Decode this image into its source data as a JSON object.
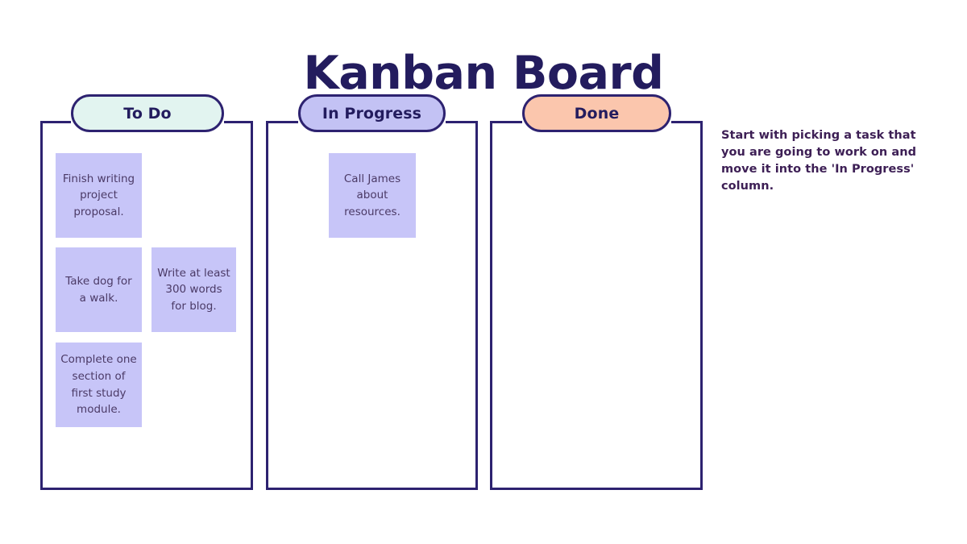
{
  "page": {
    "title": "Kanban Board",
    "background_color": "#ffffff"
  },
  "palette": {
    "title_navy": "#231c5e",
    "border_navy": "#2d2270",
    "pill_todo_fill": "#e2f4f0",
    "pill_inprogress_fill": "#c3c2f4",
    "pill_done_fill": "#fbc6ad",
    "card_fill": "#c7c5f8",
    "card_text": "#4b3a66",
    "note_text": "#3d1f55"
  },
  "board": {
    "columns": [
      {
        "id": "todo",
        "label": "To Do",
        "accent_color": "#e2f4f0",
        "cards": [
          {
            "text": "Finish writing project proposal."
          },
          {
            "text": "Take dog for a walk."
          },
          {
            "text": "Write at least 300 words for blog."
          },
          {
            "text": "Complete one section of first study module."
          }
        ]
      },
      {
        "id": "inprogress",
        "label": "In Progress",
        "accent_color": "#c3c2f4",
        "cards": [
          {
            "text": "Call James about resources."
          }
        ]
      },
      {
        "id": "done",
        "label": "Done",
        "accent_color": "#fbc6ad",
        "cards": []
      }
    ]
  },
  "note": {
    "text": "Start with picking a task that you are going to work on and move it into the 'In Progress' column."
  }
}
